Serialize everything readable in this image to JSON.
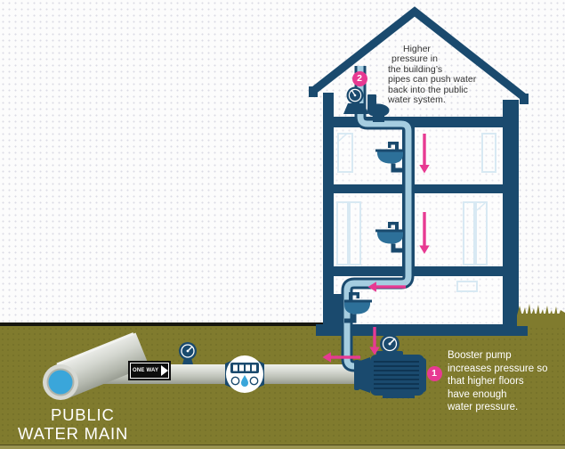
{
  "callouts": {
    "backflow": {
      "badge": "2",
      "lines": [
        "Higher",
        "pressure in",
        "the building’s",
        "pipes can push water",
        "back into the public",
        "water system."
      ]
    },
    "booster": {
      "badge": "1",
      "lines": [
        "Booster pump",
        "increases pressure so",
        "that higher floors",
        "have enough",
        "water pressure."
      ]
    }
  },
  "labels": {
    "public_water_main_line1": "PUBLIC",
    "public_water_main_line2": "WATER MAIN",
    "one_way_valve": "ONE WAY"
  },
  "colors": {
    "building_navy": "#1a4a6e",
    "pipe_light_blue": "#a5cde0",
    "accent_pink": "#e73a92",
    "ground_olive": "#807b2e",
    "water_blue": "#3aa6da",
    "sink_blue": "#2d7099"
  },
  "icons": {
    "pressure_gauge": "gauge-icon",
    "water_meter": "water-meter-icon",
    "one_way_valve": "one-way-valve-icon",
    "booster_pump": "pump-icon",
    "sink": "sink-icon",
    "toilet": "toilet-icon",
    "backflow_valve": "backflow-valve-icon",
    "flow_arrow": "flow-arrow-icon"
  }
}
